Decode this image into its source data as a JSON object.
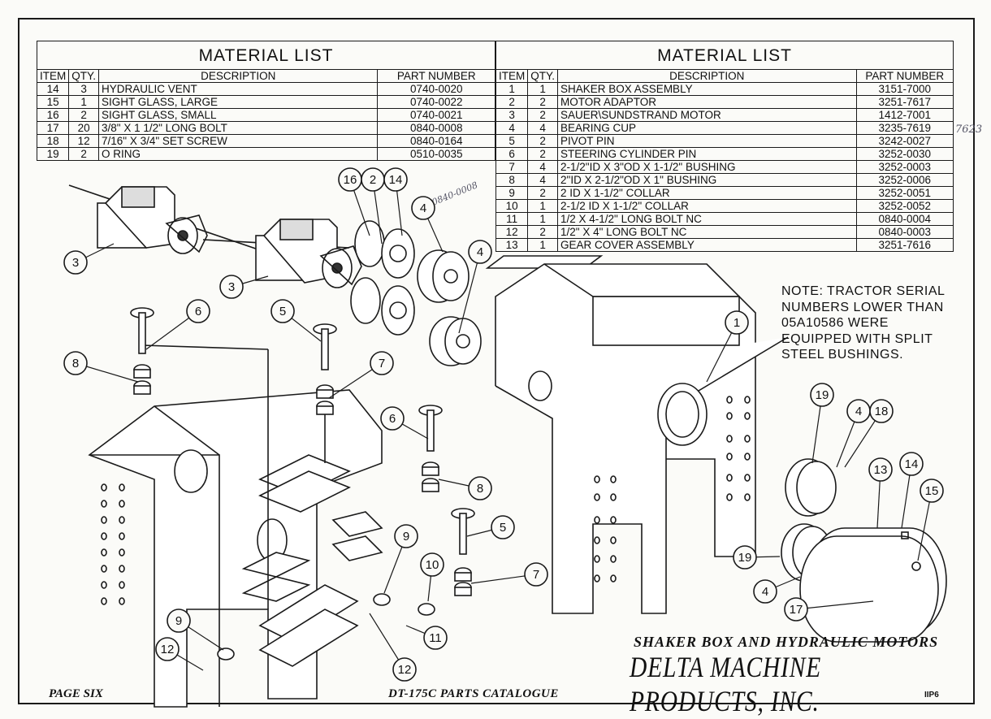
{
  "left_table": {
    "title": "MATERIAL  LIST",
    "headers": {
      "item": "ITEM",
      "qty": "QTY.",
      "description": "DESCRIPTION",
      "part_number": "PART NUMBER"
    },
    "rows": [
      {
        "item": "14",
        "qty": "3",
        "description": "HYDRAULIC VENT",
        "part": "0740-0020"
      },
      {
        "item": "15",
        "qty": "1",
        "description": "SIGHT GLASS, LARGE",
        "part": "0740-0022"
      },
      {
        "item": "16",
        "qty": "2",
        "description": "SIGHT GLASS, SMALL",
        "part": "0740-0021"
      },
      {
        "item": "17",
        "qty": "20",
        "description": "3/8\" X 1 1/2\" LONG BOLT",
        "part": "0840-0008"
      },
      {
        "item": "18",
        "qty": "12",
        "description": "7/16\" X 3/4\" SET SCREW",
        "part": "0840-0164"
      },
      {
        "item": "19",
        "qty": "2",
        "description": "O RING",
        "part": "0510-0035"
      }
    ]
  },
  "right_table": {
    "title": "MATERIAL  LIST",
    "headers": {
      "item": "ITEM",
      "qty": "QTY.",
      "description": "DESCRIPTION",
      "part_number": "PART NUMBER"
    },
    "rows": [
      {
        "item": "1",
        "qty": "1",
        "description": "SHAKER BOX ASSEMBLY",
        "part": "3151-7000"
      },
      {
        "item": "2",
        "qty": "2",
        "description": "MOTOR ADAPTOR",
        "part": "3251-7617"
      },
      {
        "item": "3",
        "qty": "2",
        "description": "SAUER\\SUNDSTRAND MOTOR",
        "part": "1412-7001"
      },
      {
        "item": "4",
        "qty": "4",
        "description": "BEARING CUP",
        "part": "3235-7619"
      },
      {
        "item": "5",
        "qty": "2",
        "description": "PIVOT PIN",
        "part": "3242-0027"
      },
      {
        "item": "6",
        "qty": "2",
        "description": "STEERING CYLINDER PIN",
        "part": "3252-0030"
      },
      {
        "item": "7",
        "qty": "4",
        "description": "2-1/2\"ID X 3\"OD X 1-1/2\" BUSHING",
        "part": "3252-0003"
      },
      {
        "item": "8",
        "qty": "4",
        "description": "2\"ID X 2-1/2\"OD X 1\" BUSHING",
        "part": "3252-0006"
      },
      {
        "item": "9",
        "qty": "2",
        "description": "2 ID X 1-1/2\" COLLAR",
        "part": "3252-0051"
      },
      {
        "item": "10",
        "qty": "1",
        "description": "2-1/2 ID X 1-1/2\" COLLAR",
        "part": "3252-0052"
      },
      {
        "item": "11",
        "qty": "1",
        "description": "1/2 X 4-1/2\" LONG BOLT NC",
        "part": "0840-0004"
      },
      {
        "item": "12",
        "qty": "2",
        "description": "1/2\" X 4\" LONG BOLT NC",
        "part": "0840-0003"
      },
      {
        "item": "13",
        "qty": "1",
        "description": "GEAR COVER ASSEMBLY",
        "part": "3251-7616"
      }
    ]
  },
  "note": [
    "NOTE: TRACTOR SERIAL",
    "NUMBERS LOWER THAN",
    "05A10586 WERE",
    "EQUIPPED WITH SPLIT",
    "STEEL BUSHINGS."
  ],
  "handwriting": {
    "margin_note": "7623",
    "diagonal_note": "0840-0008"
  },
  "drawing_title": "SHAKER BOX AND HYDRAULIC MOTORS",
  "company": "DELTA MACHINE PRODUCTS, INC.",
  "footer": {
    "page": "PAGE SIX",
    "catalogue": "DT-175C PARTS CATALOGUE",
    "code": "IIP6"
  }
}
